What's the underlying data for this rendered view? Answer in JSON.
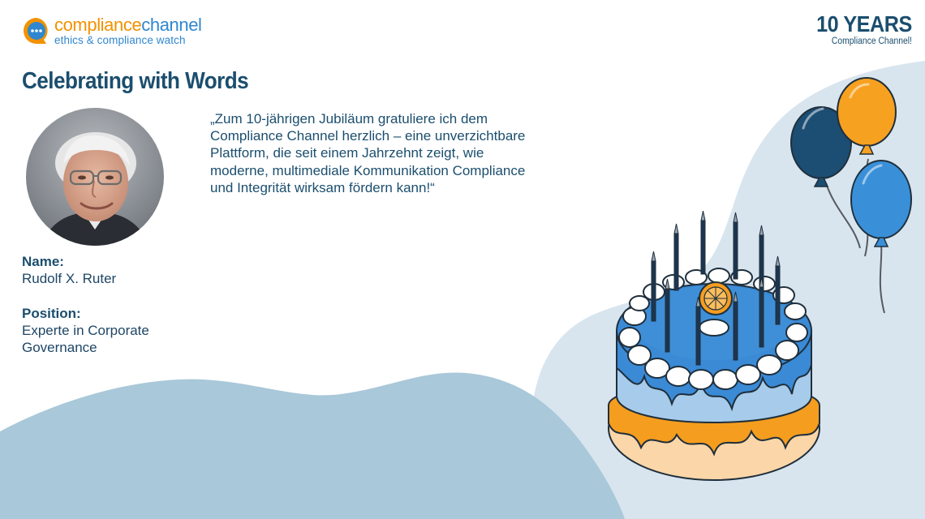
{
  "brand": {
    "logo_part1": "compliance",
    "logo_part2": "channel",
    "tagline": "ethics & compliance watch",
    "icon": "chat-bubble-icon",
    "colors": {
      "orange": "#f29200",
      "blue": "#2f87d0",
      "navy": "#1b4e6e"
    }
  },
  "badge": {
    "big": "10 YEARS",
    "small": "Compliance Channel!"
  },
  "headline": "Celebrating with Words",
  "quote": {
    "text": "„Zum 10-jährigen Jubiläum gratuliere ich dem Compliance Channel herzlich – eine unverzichtbare Plattform, die seit einem Jahrzehnt zeigt, wie moderne, multimediale Kommunikation Compliance und Integrität wirksam fördern kann!“"
  },
  "person": {
    "name_label": "Name:",
    "name": "Rudolf X. Ruter",
    "position_label": "Position:",
    "position": "Experte in Corporate Governance"
  },
  "illustrations": {
    "cake": "birthday-cake-icon",
    "balloons": "balloons-icon"
  }
}
